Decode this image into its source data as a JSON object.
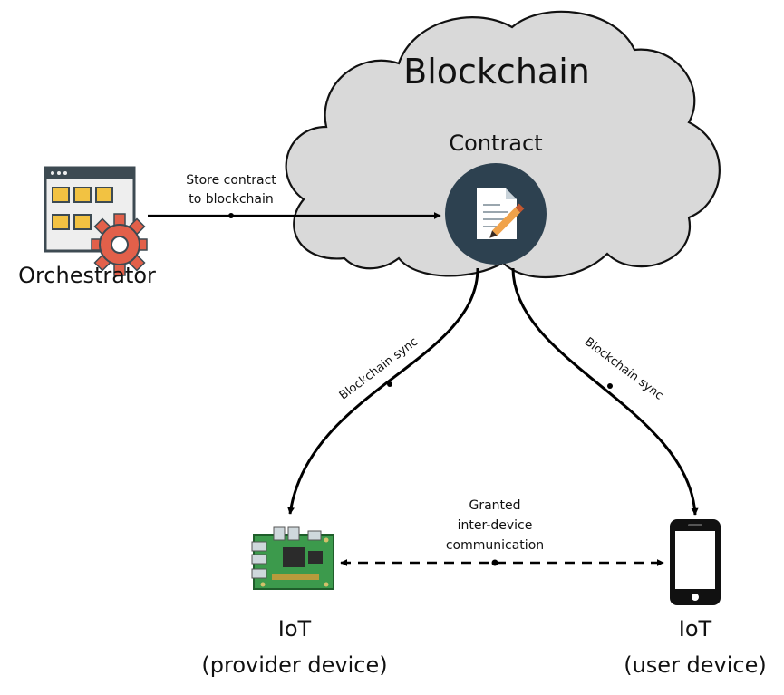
{
  "cloud": {
    "title": "Blockchain"
  },
  "contract": {
    "label": "Contract"
  },
  "orchestrator": {
    "label": "Orchestrator"
  },
  "edges": {
    "store": {
      "line1": "Store contract",
      "line2": "to blockchain"
    },
    "sync_left": "Blockchain sync",
    "sync_right": "Blockchain sync",
    "p2p": {
      "line1": "Granted",
      "line2": "inter-device",
      "line3": "communication"
    }
  },
  "provider": {
    "line1": "IoT",
    "line2": "(provider device)"
  },
  "user": {
    "line1": "IoT",
    "line2": "(user device)"
  },
  "colors": {
    "cloud_fill": "#d9d9d9",
    "contract_circle": "#2d4150",
    "gear": "#e2604a",
    "window_tiles": "#f2c242",
    "pcb": "#3c9a4c",
    "phone": "#111111"
  }
}
